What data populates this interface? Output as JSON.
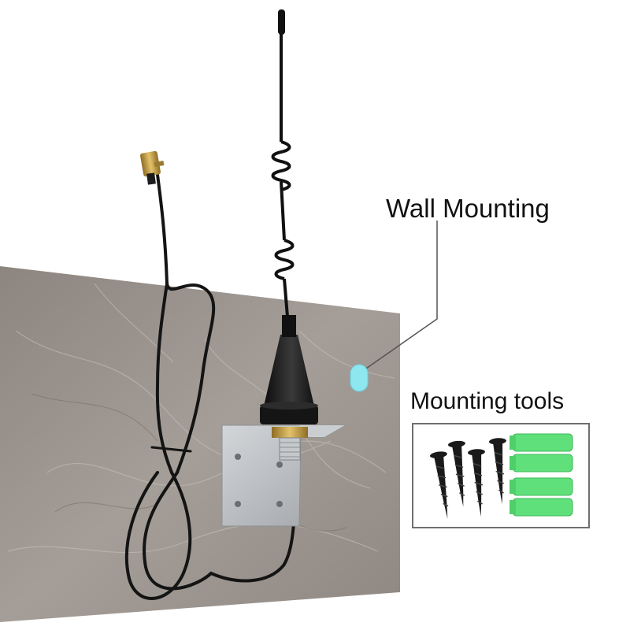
{
  "labels": {
    "wall_mounting": "Wall Mounting",
    "mounting_tools": "Mounting tools"
  },
  "colors": {
    "wall": "#9a928c",
    "cable": "#141414",
    "connector_gold": "#c9a24a",
    "bracket": "#b9bcbf",
    "indicator": "#8ee6ef",
    "anchor_green": "#5fe07a",
    "screw": "#1a1a1a",
    "tools_border": "#6f6f6f"
  },
  "icons": [
    "antenna-whip",
    "sma-connector",
    "mounting-bracket",
    "screw",
    "wall-anchor"
  ]
}
